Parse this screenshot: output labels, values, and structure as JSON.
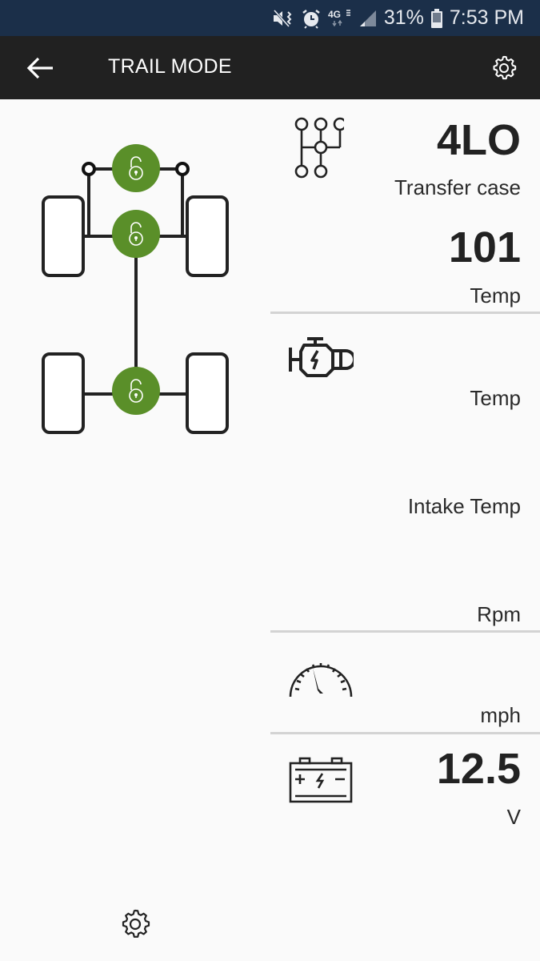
{
  "status_bar": {
    "icons": [
      "mute-vibrate-icon",
      "alarm-icon",
      "4g-lte-icon",
      "signal-icon",
      "battery-icon"
    ],
    "network": "4G",
    "battery_percent": "31%",
    "time": "7:53 PM"
  },
  "app_bar": {
    "back_icon": "arrow-left-icon",
    "title": "TRAIL MODE",
    "settings_icon": "gear-icon"
  },
  "drivetrain": {
    "lock_color": "#5a8f29",
    "locks": [
      {
        "name": "center-differential-lock",
        "state": "unlocked"
      },
      {
        "name": "front-axle-lock",
        "state": "unlocked"
      },
      {
        "name": "rear-axle-lock",
        "state": "unlocked"
      }
    ]
  },
  "transfer_case": {
    "icon": "gear-shifter-icon",
    "value": "4LO",
    "label": "Transfer case",
    "temp_value": "101",
    "temp_label": "Temp"
  },
  "engine": {
    "icon": "engine-icon",
    "temp_value": "",
    "temp_label": "Temp",
    "intake_value": "",
    "intake_label": "Intake Temp",
    "rpm_value": "",
    "rpm_label": "Rpm"
  },
  "speed": {
    "icon": "speedometer-icon",
    "value": "",
    "label": "mph"
  },
  "battery": {
    "icon": "car-battery-icon",
    "value": "12.5",
    "label": "V"
  },
  "footer": {
    "settings_icon": "gear-icon"
  }
}
